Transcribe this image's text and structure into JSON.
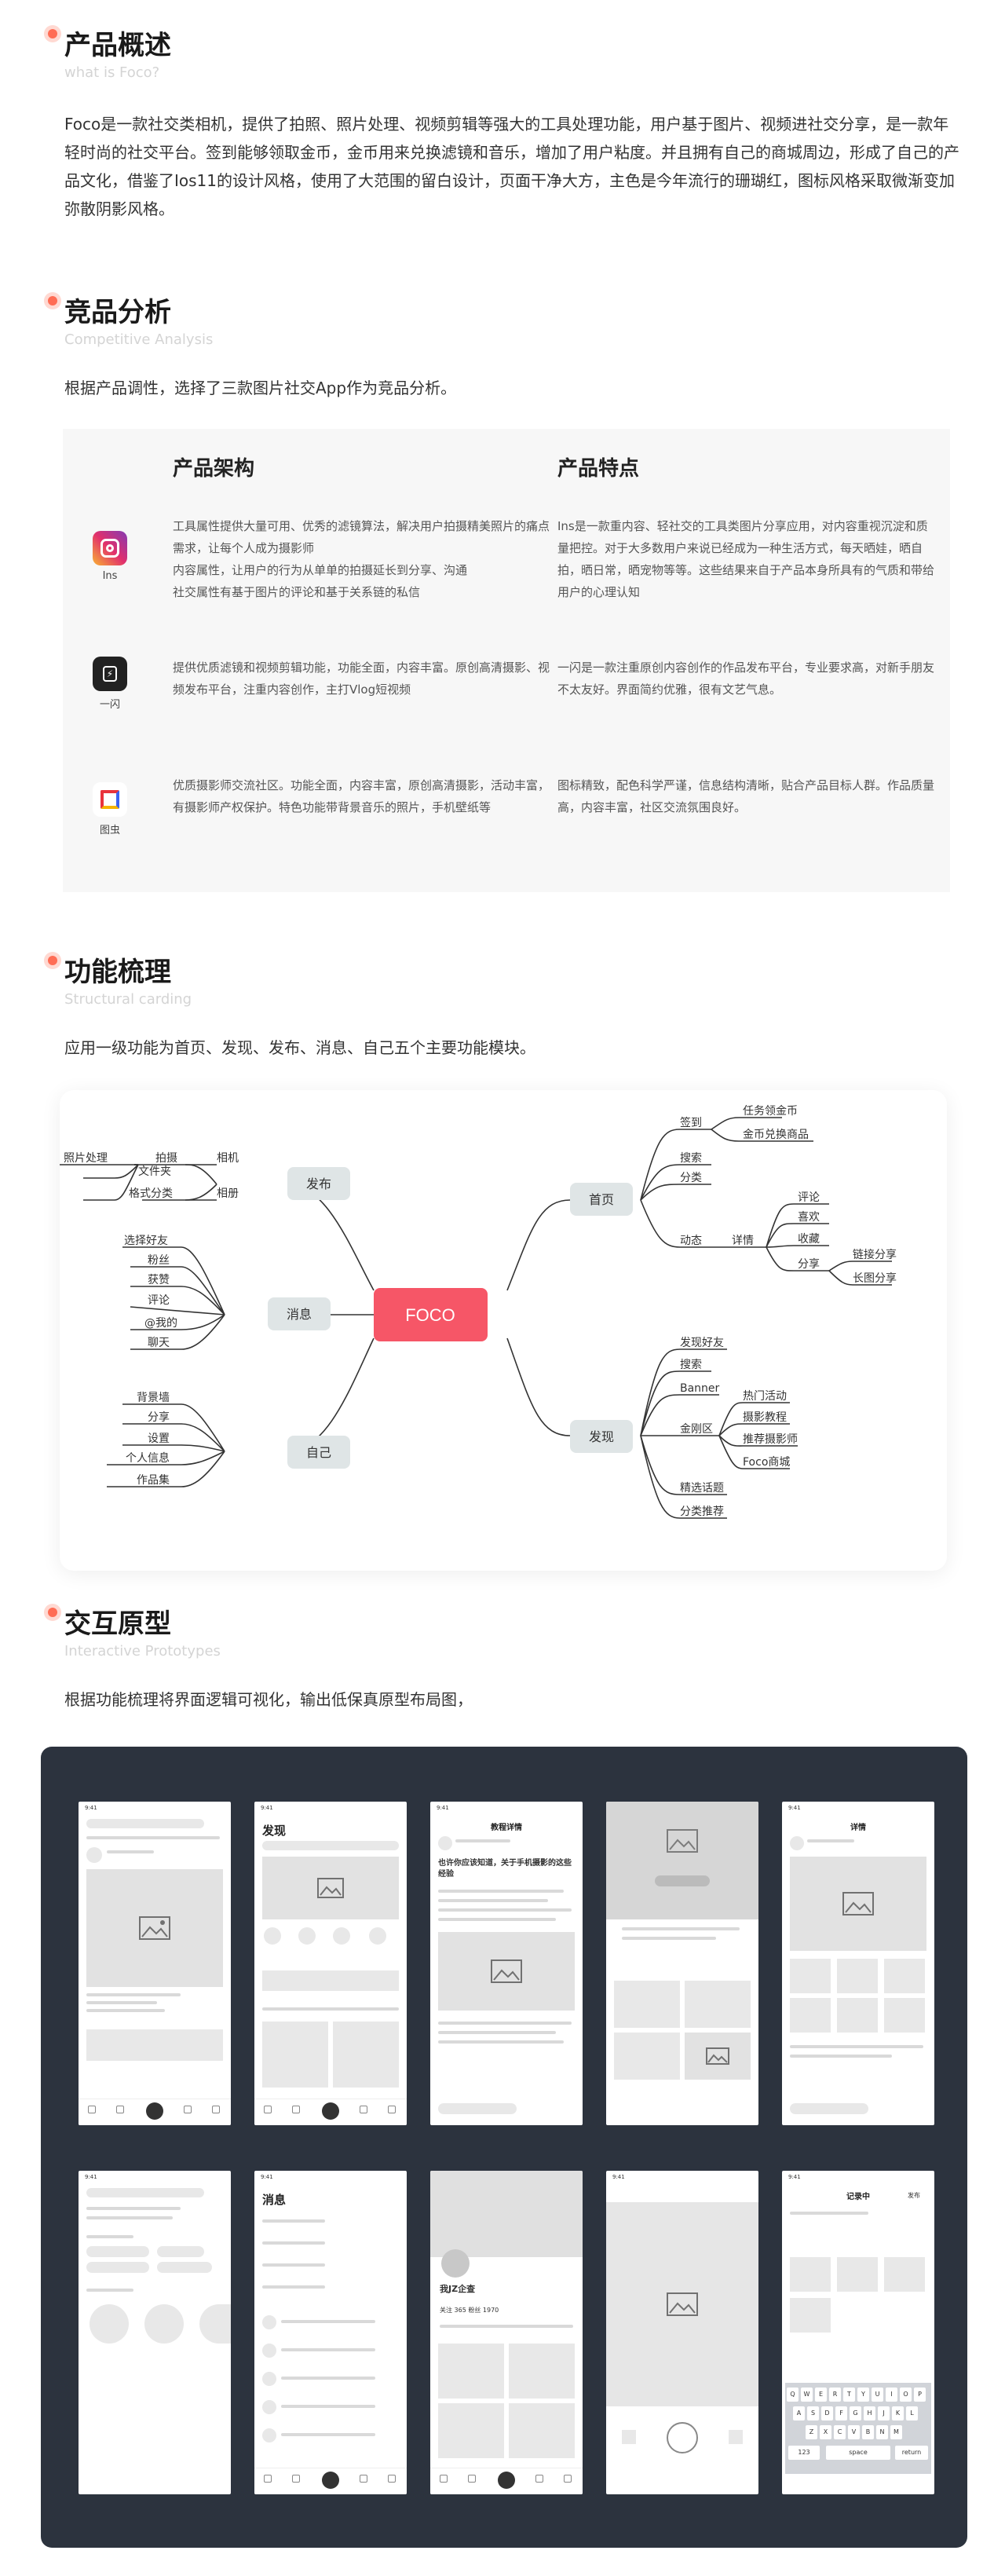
{
  "sections": {
    "overview": {
      "title": "产品概述",
      "subtitle": "what is Foco?",
      "body": "Foco是一款社交类相机，提供了拍照、照片处理、视频剪辑等强大的工具处理功能，用户基于图片、视频进社交分享，是一款年轻时尚的社交平台。签到能够领取金币，金币用来兑换滤镜和音乐，增加了用户粘度。并且拥有自己的商城周边，形成了自己的产品文化，借鉴了Ios11的设计风格，使用了大范围的留白设计，页面干净大方，主色是今年流行的珊瑚红，图标风格采取微渐变加弥散阴影风格。"
    },
    "competitive": {
      "title": "竞品分析",
      "subtitle": "Competitive Analysis",
      "intro": "根据产品调性，选择了三款图片社交App作为竞品分析。",
      "col1": "产品架构",
      "col2": "产品特点",
      "rows": [
        {
          "app": "Ins",
          "arch": "工具属性提供大量可用、优秀的滤镜算法，解决用户拍摄精美照片的痛点需求，让每个人成为摄影师\n内容属性，让用户的行为从单单的拍摄延长到分享、沟通\n社交属性有基于图片的评论和基于关系链的私信",
          "feat": "Ins是一款重内容、轻社交的工具类图片分享应用，对内容重视沉淀和质量把控。对于大多数用户来说已经成为一种生活方式，每天晒娃，晒自拍，晒日常，晒宠物等等。这些结果来自于产品本身所具有的气质和带给用户的心理认知"
        },
        {
          "app": "一闪",
          "arch": "提供优质滤镜和视频剪辑功能，功能全面，内容丰富。原创高清摄影、视频发布平台，注重内容创作，主打Vlog短视频",
          "feat": "一闪是一款注重原创内容创作的作品发布平台，专业要求高，对新手朋友不太友好。界面简约优雅，很有文艺气息。"
        },
        {
          "app": "图虫",
          "arch": "优质摄影师交流社区。功能全面，内容丰富，原创高清摄影，活动丰富，有摄影师产权保护。特色功能带背景音乐的照片，手机壁纸等",
          "feat": "图标精致，配色科学严谨，信息结构清晰，贴合产品目标人群。作品质量高，内容丰富，社区交流氛围良好。"
        }
      ]
    },
    "structure": {
      "title": "功能梳理",
      "subtitle": "Structural carding",
      "intro": "应用一级功能为首页、发现、发布、消息、自己五个主要功能模块。",
      "center": "FOCO",
      "branches": {
        "publish": {
          "label": "发布",
          "children": [
            "相机",
            "相册",
            "拍摄",
            "照片处理",
            "文件夹",
            "格式分类"
          ]
        },
        "message": {
          "label": "消息",
          "children": [
            "选择好友",
            "粉丝",
            "获赞",
            "评论",
            "@我的",
            "聊天"
          ]
        },
        "self": {
          "label": "自己",
          "children": [
            "背景墙",
            "分享",
            "设置",
            "个人信息",
            "作品集"
          ]
        },
        "home": {
          "label": "首页",
          "children": [
            "签到",
            "任务领金币",
            "金币兑换商品",
            "搜索",
            "分类",
            "动态",
            "详情",
            "评论",
            "喜欢",
            "收藏",
            "分享",
            "链接分享",
            "长图分享"
          ]
        },
        "discover": {
          "label": "发现",
          "children": [
            "发现好友",
            "搜索",
            "Banner",
            "金刚区",
            "热门活动",
            "摄影教程",
            "推荐摄影师",
            "Foco商城",
            "精选话题",
            "分类推荐"
          ]
        }
      }
    },
    "prototype": {
      "title": "交互原型",
      "subtitle": "Interactive Prototypes",
      "intro": "根据功能梳理将界面逻辑可视化，输出低保真原型布局图，",
      "screens": {
        "time": "9:41",
        "discover": "发现",
        "detail": "教程详情",
        "detail_headline": "也许你应该知道，关于手机摄影的这些经验",
        "post_detail": "详情",
        "message": "消息",
        "profile_name": "我JZ企查",
        "profile_stats": "关注 365   粉丝 1970",
        "record": "记录中",
        "publish_btn": "发布",
        "keys": [
          "Q",
          "W",
          "E",
          "R",
          "T",
          "Y",
          "U",
          "I",
          "O",
          "P",
          "A",
          "S",
          "D",
          "F",
          "G",
          "H",
          "J",
          "K",
          "L",
          "Z",
          "X",
          "C",
          "V",
          "B",
          "N",
          "M"
        ],
        "space": "space",
        "return": "return",
        "num": "123"
      }
    }
  }
}
